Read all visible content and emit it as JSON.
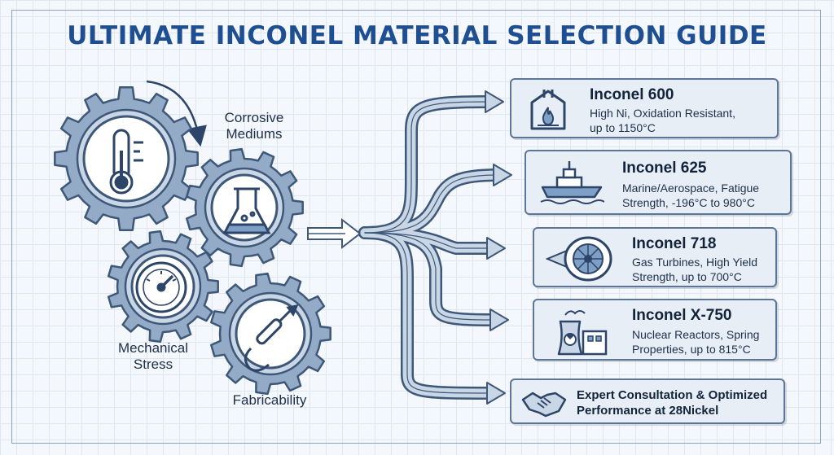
{
  "title": "ULTIMATE INCONEL MATERIAL SELECTION GUIDE",
  "factors": [
    {
      "label_line1": "Corrosive",
      "label_line2": "Mediums",
      "icon": "flask-icon"
    },
    {
      "label_line1": "Mechanical",
      "label_line2": "Stress",
      "icon": "pressure-gauge-icon"
    },
    {
      "label_line1": "Fabricability",
      "label_line2": "",
      "icon": "welding-torch-icon"
    },
    {
      "label_line1": "",
      "label_line2": "",
      "icon": "thermometer-icon"
    }
  ],
  "materials": [
    {
      "name": "Inconel 600",
      "desc_line1": "High Ni, Oxidation Resistant,",
      "desc_line2": "up to 1150°C",
      "icon": "furnace-flame-icon"
    },
    {
      "name": "Inconel 625",
      "desc_line1": "Marine/Aerospace, Fatigue",
      "desc_line2": "Strength, -196°C to 980°C",
      "icon": "ship-icon"
    },
    {
      "name": "Inconel 718",
      "desc_line1": "Gas Turbines, High Yield",
      "desc_line2": "Strength, up to 700°C",
      "icon": "jet-turbine-icon"
    },
    {
      "name": "Inconel X-750",
      "desc_line1": "Nuclear Reactors, Spring",
      "desc_line2": "Properties, up to 815°C",
      "icon": "nuclear-plant-icon"
    }
  ],
  "consultation": {
    "line1": "Expert Consultation & Optimized",
    "line2": "Performance at 28Nickel",
    "icon": "handshake-icon"
  },
  "colors": {
    "accent": "#1f4f93",
    "gear_fill": "#94abc8",
    "gear_stroke": "#3d5878",
    "card_fill": "#e8eef6",
    "arrow_fill": "#c9d6e6"
  }
}
